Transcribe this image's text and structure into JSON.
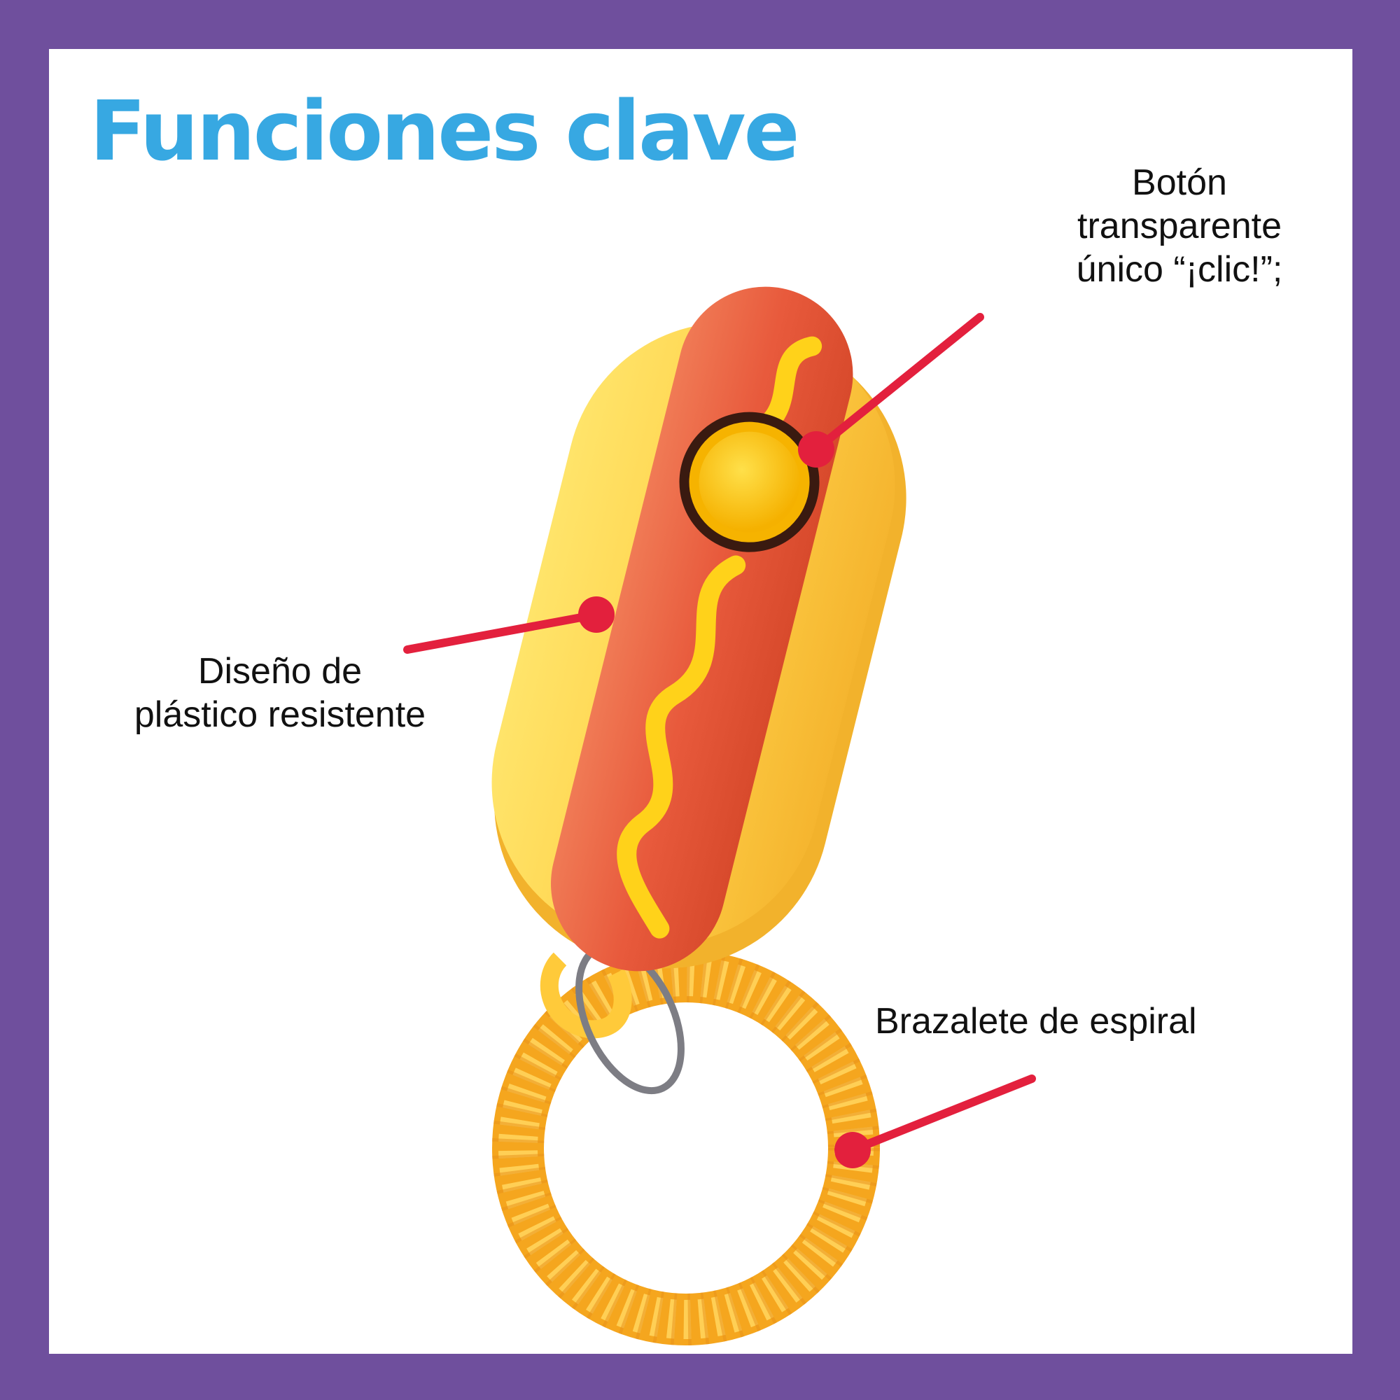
{
  "title": "Funciones clave",
  "callouts": [
    {
      "lines": [
        "Botón",
        "transparente",
        "único “¡clic!”;"
      ]
    },
    {
      "lines": [
        "Diseño de",
        "plástico resistente"
      ]
    },
    {
      "lines": [
        "Brazalete de espiral"
      ]
    }
  ],
  "colors": {
    "border": "#6f4f9d",
    "title": "#37a8e2",
    "callout_line": "#e3203d",
    "bun": "#ffd24a",
    "sausage": "#e85a3c",
    "mustard": "#ffd21a",
    "coil": "#f7b12a"
  },
  "icons": {
    "product": "hot-dog-clicker-icon",
    "coil": "spiral-wristband-icon",
    "ring": "key-ring-icon"
  }
}
